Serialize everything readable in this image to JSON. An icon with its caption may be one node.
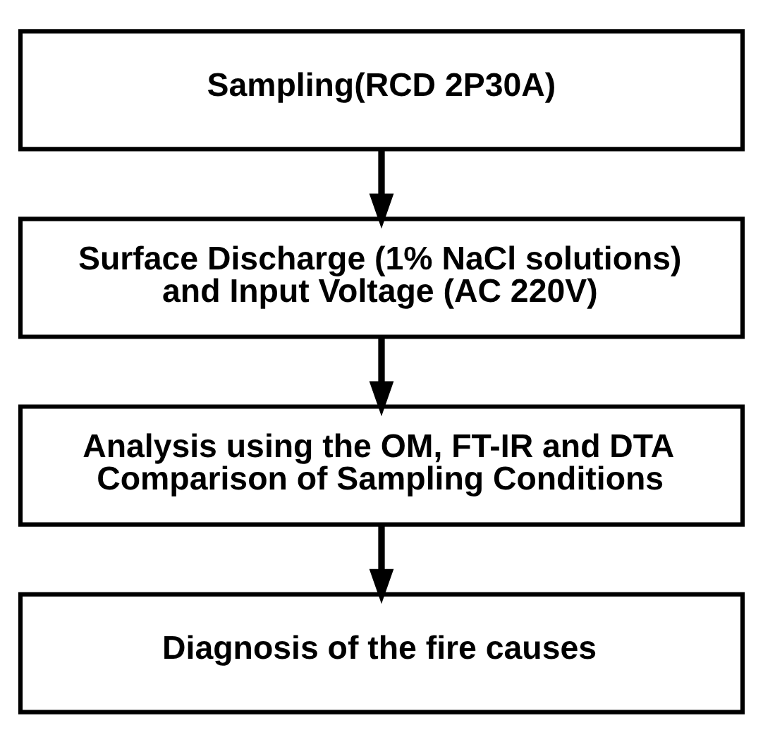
{
  "diagram": {
    "nodes": [
      {
        "text": [
          "Sampling(RCD 2P30A)"
        ]
      },
      {
        "text": [
          "Surface Discharge (1% NaCl solutions) and Input Voltage (AC 220V)"
        ]
      },
      {
        "text": [
          "Analysis using the OM, FT-IR and DTA Comparison of Sampling Conditions"
        ]
      },
      {
        "text": [
          "Diagnosis of the fire causes"
        ]
      }
    ],
    "edges": [
      {
        "from": 0,
        "to": 1,
        "arrow": "to"
      },
      {
        "from": 1,
        "to": 2,
        "arrow": "to"
      },
      {
        "from": 2,
        "to": 3,
        "arrow": "to"
      }
    ]
  }
}
